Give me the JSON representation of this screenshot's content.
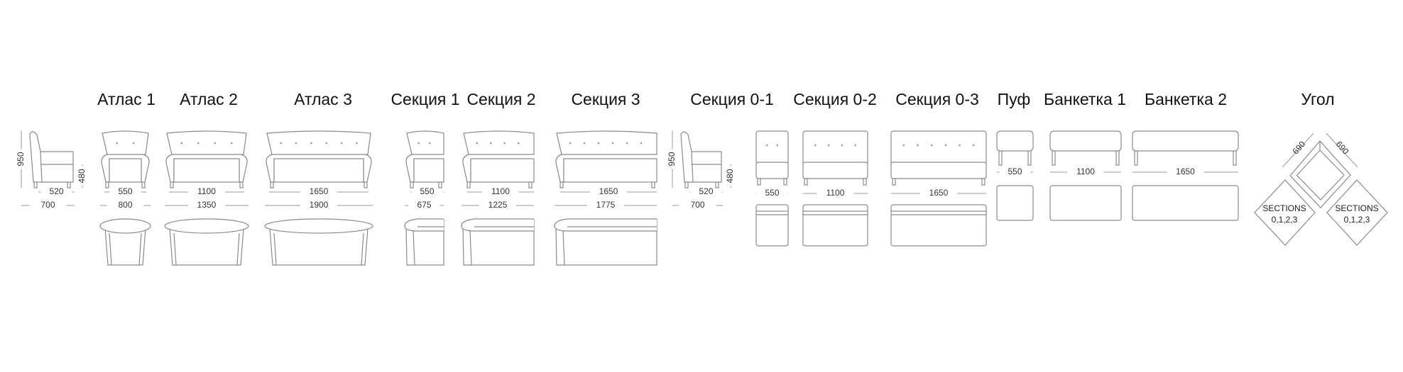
{
  "titles": [
    "Атлас 1",
    "Атлас 2",
    "Атлас 3",
    "Секция 1",
    "Секция 2",
    "Секция 3",
    "Секция 0-1",
    "Секция 0-2",
    "Секция 0-3",
    "Пуф",
    "Банкетка 1",
    "Банкетка 2",
    "Угол"
  ],
  "side_view_atlas": {
    "height": "950",
    "seat_height": "480",
    "seat_depth": "520",
    "depth": "700"
  },
  "atlas_1": {
    "seat_width": "550",
    "total_width": "800"
  },
  "atlas_2": {
    "seat_width": "1100",
    "total_width": "1350"
  },
  "atlas_3": {
    "seat_width": "1650",
    "total_width": "1900"
  },
  "section_1": {
    "seat_width": "550",
    "total_width": "675"
  },
  "section_2": {
    "seat_width": "1100",
    "total_width": "1225"
  },
  "section_3": {
    "seat_width": "1650",
    "total_width": "1775"
  },
  "side_view_section": {
    "height": "950",
    "seat_height": "480",
    "seat_depth": "520",
    "depth": "700"
  },
  "section_0_1": {
    "width": "550"
  },
  "section_0_2": {
    "width": "1100"
  },
  "section_0_3": {
    "width": "1650"
  },
  "pouf": {
    "width": "550"
  },
  "bench_1": {
    "width": "1100"
  },
  "bench_2": {
    "width": "1650"
  },
  "corner": {
    "side_a": "690",
    "side_b": "690",
    "left_label": "SECTIONS",
    "left_values": "0,1,2,3",
    "right_label": "SECTIONS",
    "right_values": "0,1,2,3"
  }
}
